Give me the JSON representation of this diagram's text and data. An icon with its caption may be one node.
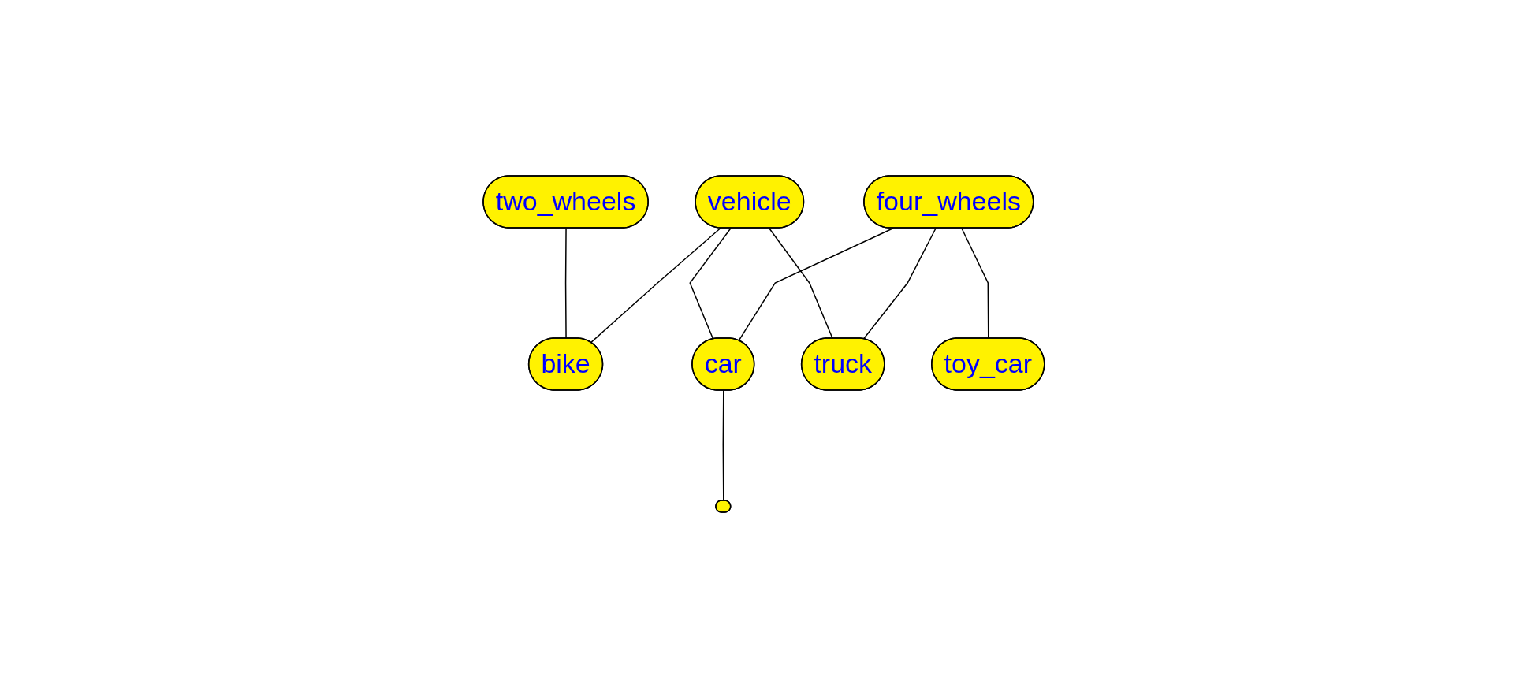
{
  "diagram": {
    "nodes": [
      {
        "text": [
          "two_wheels"
        ]
      },
      {
        "text": [
          "vehicle"
        ]
      },
      {
        "text": [
          "four_wheels"
        ]
      },
      {
        "text": [
          "bike"
        ]
      },
      {
        "text": [
          "car"
        ]
      },
      {
        "text": [
          "truck"
        ]
      },
      {
        "text": [
          "toy_car"
        ]
      },
      {
        "text": [],
        "shape": "ellipse"
      }
    ],
    "edges": [
      {
        "from": 0,
        "to": 3,
        "arrow": "none"
      },
      {
        "from": 1,
        "to": 3,
        "arrow": "none"
      },
      {
        "from": 1,
        "to": 4,
        "arrow": "none"
      },
      {
        "from": 1,
        "to": 5,
        "arrow": "none"
      },
      {
        "from": 2,
        "to": 4,
        "arrow": "none"
      },
      {
        "from": 2,
        "to": 5,
        "arrow": "none"
      },
      {
        "from": 2,
        "to": 6,
        "arrow": "none"
      },
      {
        "from": 4,
        "to": 7,
        "arrow": "none"
      }
    ]
  }
}
